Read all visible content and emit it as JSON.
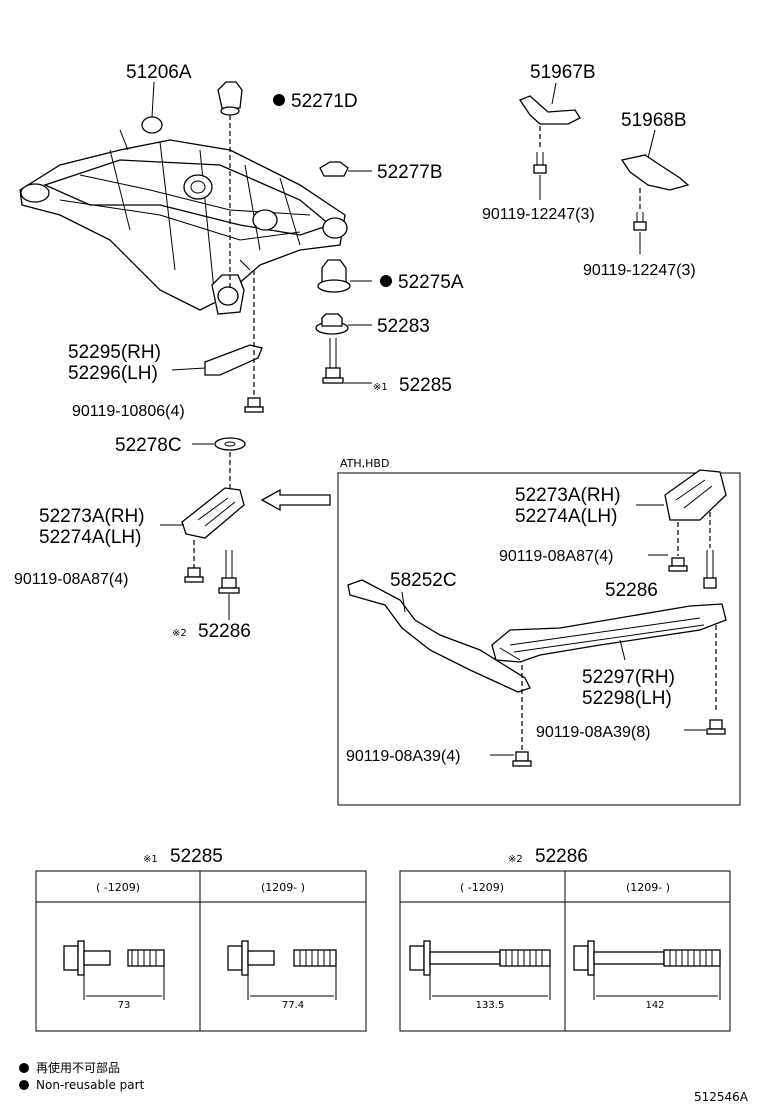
{
  "labels": {
    "crossmember": "51206A",
    "stopper_upper": "52271D",
    "cushion_stopper": "52277B",
    "cushion_upper": "52275A",
    "cushion_lower": "52283",
    "bolt_52285": "52285",
    "bracket_rh": "52295(RH)",
    "bracket_lh": "52296(LH)",
    "bolt_10806": "90119-10806(4)",
    "washer": "52278C",
    "brace_rh": "52273A(RH)",
    "brace_lh": "52274A(LH)",
    "bolt_08a87": "90119-08A87(4)",
    "bolt_52286": "52286",
    "bracket_51967": "51967B",
    "bracket_51968": "51968B",
    "bolt_12247_a": "90119-12247(3)",
    "bolt_12247_b": "90119-12247(3)",
    "box_title": "ATH,HBD",
    "box_brace_rh": "52273A(RH)",
    "box_brace_lh": "52274A(LH)",
    "box_bolt_08a87": "90119-08A87(4)",
    "box_bolt_52286": "52286",
    "box_plate": "58252C",
    "box_member_rh": "52297(RH)",
    "box_member_lh": "52298(LH)",
    "box_bolt_08a39_8": "90119-08A39(8)",
    "box_bolt_08a39_4": "90119-08A39(4)"
  },
  "marks": {
    "ref1": "※1",
    "ref2": "※2"
  },
  "tables": {
    "t1": {
      "title": "52285",
      "col1": "(      -1209)",
      "col2": "(1209-      )",
      "dim1": "73",
      "dim2": "77.4"
    },
    "t2": {
      "title": "52286",
      "col1": "(      -1209)",
      "col2": "(1209-      )",
      "dim1": "133.5",
      "dim2": "142"
    }
  },
  "legend": {
    "jp": "再使用不可部品",
    "en": "Non-reusable part"
  },
  "diagram_id": "512546A"
}
